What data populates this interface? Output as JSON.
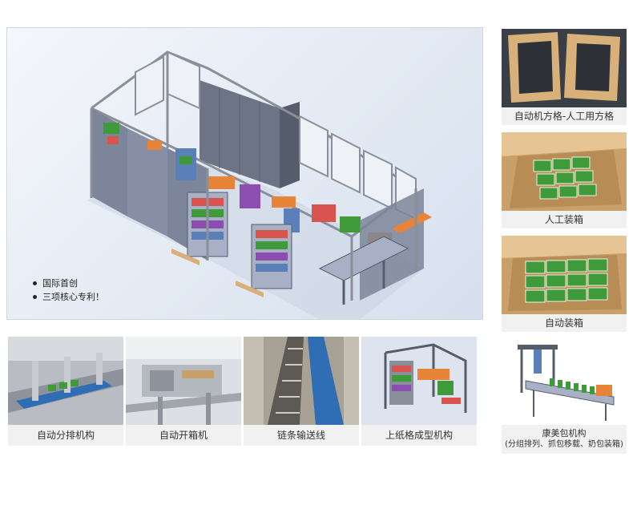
{
  "main": {
    "bullets": [
      "国际首创",
      "三项核心专利！"
    ]
  },
  "side": [
    {
      "caption": "自动机方格-人工用方格"
    },
    {
      "caption": "人工装箱"
    },
    {
      "caption": "自动装箱"
    }
  ],
  "bottom": [
    {
      "caption": "自动分排机构"
    },
    {
      "caption": "自动开箱机"
    },
    {
      "caption": "链条输送线"
    },
    {
      "caption": "上纸格成型机构"
    },
    {
      "caption": "康美包机构",
      "sub": "(分组排列、抓包移载、奶包装箱)"
    }
  ],
  "colors": {
    "frame": "#8a8f9a",
    "panel": "#7c8599",
    "cabinet": "#6d7486",
    "green_pack": "#3f9a3a",
    "cardboard": "#d8b07a",
    "caption_bg": "#f1f1f1"
  }
}
